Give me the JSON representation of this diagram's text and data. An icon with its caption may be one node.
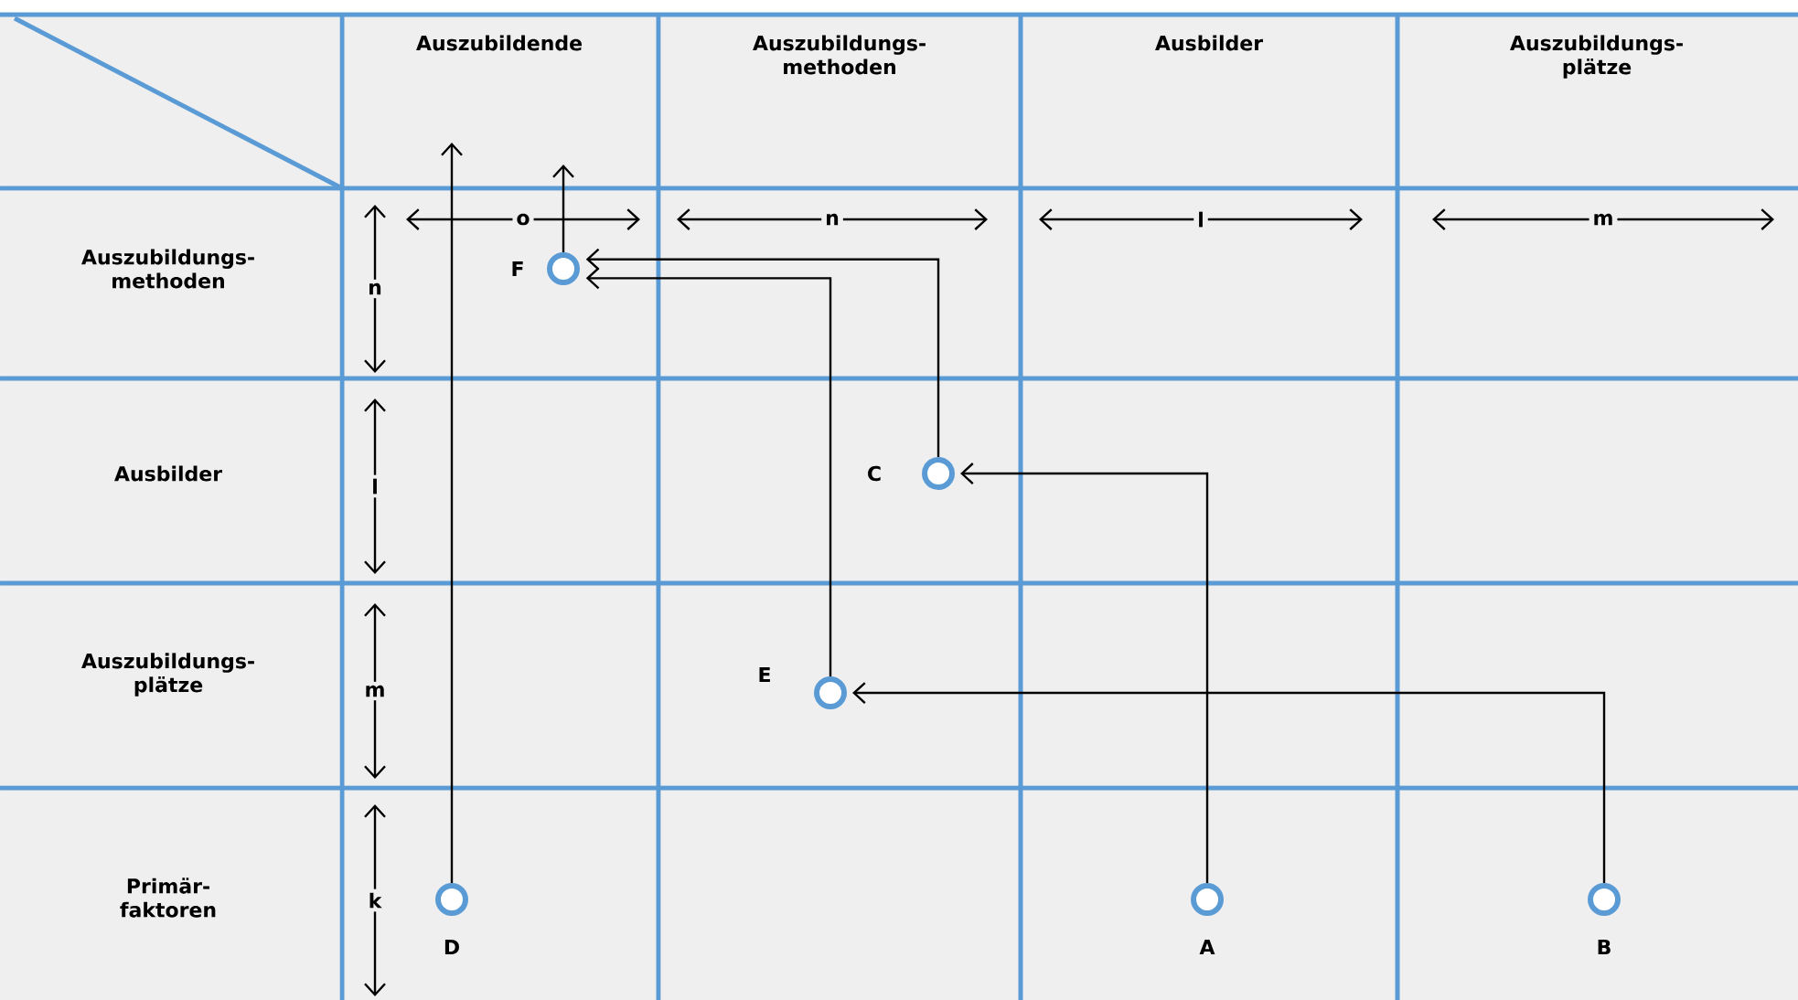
{
  "diagram": {
    "nodes": [
      {
        "text": [],
        "shape": "circle",
        "beside": [
          "F"
        ]
      },
      {
        "text": [],
        "shape": "circle",
        "beside": [
          "C"
        ]
      },
      {
        "text": [],
        "shape": "circle",
        "beside": [
          "E"
        ]
      },
      {
        "text": [],
        "shape": "circle",
        "beside": [
          "D"
        ]
      },
      {
        "text": [],
        "shape": "circle",
        "beside": [
          "A"
        ]
      },
      {
        "text": [],
        "shape": "circle",
        "beside": [
          "B"
        ]
      }
    ],
    "edges": [
      {
        "from": 3,
        "to": null,
        "arrow": "to"
      },
      {
        "from": 0,
        "to": null,
        "arrow": "to"
      },
      {
        "from": 1,
        "to": 0,
        "arrow": "to"
      },
      {
        "from": 2,
        "to": 0,
        "arrow": "to"
      },
      {
        "from": 4,
        "to": 1,
        "arrow": "to"
      },
      {
        "from": 5,
        "to": 2,
        "arrow": "to"
      }
    ],
    "labels": [
      "Auszubildende",
      "Auszubildungs-methoden",
      "Ausbilder",
      "Auszubildungs-plätze",
      "Auszubildungs-methoden",
      "n",
      "o",
      "n",
      "l",
      "m",
      "Ausbilder",
      "l",
      "Auszubildungs-plätze",
      "m",
      "Primär-faktoren",
      "k"
    ]
  }
}
